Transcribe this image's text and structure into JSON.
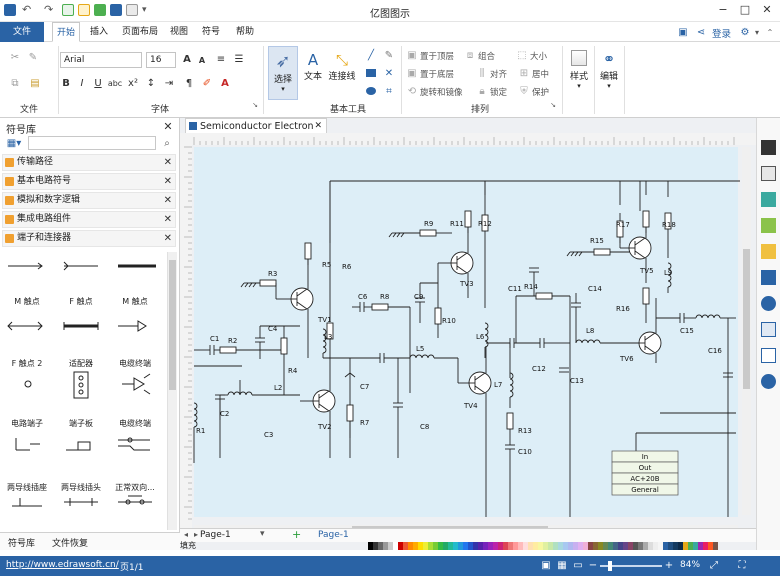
{
  "app": {
    "title": "亿图图示"
  },
  "menu": {
    "file": "文件",
    "tabs": [
      "开始",
      "插入",
      "页面布局",
      "视图",
      "符号",
      "帮助"
    ],
    "active": "开始",
    "login": "登录"
  },
  "ribbon": {
    "groups": {
      "file": "文件",
      "font": "字体",
      "basic_tools": "基本工具",
      "arrange": "排列"
    },
    "font_name": "Arial",
    "font_size": "16",
    "select": "选择",
    "text": "文本",
    "connector": "连接线",
    "arrange_items": [
      "置于顶层",
      "组合",
      "大小",
      "置于底层",
      "对齐",
      "居中",
      "旋转和镜像",
      "锁定",
      "保护"
    ],
    "style": "样式",
    "edit": "编辑",
    "bold": "B",
    "italic": "I",
    "underline": "U"
  },
  "library": {
    "title": "符号库",
    "categories": [
      "传输路径",
      "基本电路符号",
      "模拟和数字逻辑",
      "集成电路组件",
      "端子和连接器"
    ],
    "symbols": [
      "M 触点",
      "F 触点",
      "M 触点",
      "F 触点 2",
      "适配器",
      "电缆终端",
      "电路端子",
      "端子板",
      "电缆终端",
      "两导线插座",
      "两导线插头",
      "正常双向..."
    ],
    "bottom_tabs": [
      "符号库",
      "文件恢复"
    ]
  },
  "document": {
    "tab_title": "Semiconductor Electron",
    "page_tab": "Page-1",
    "page_label": "Page-1",
    "fill_label": "填充"
  },
  "circuit": {
    "labels": [
      "C1",
      "R2",
      "C2",
      "R1",
      "L2",
      "C3",
      "C4",
      "R4",
      "R3",
      "TV1",
      "L3",
      "R5",
      "R6",
      "C6",
      "R8",
      "C9",
      "R9",
      "R11",
      "R12",
      "TV3",
      "R10",
      "L6",
      "C11",
      "R14",
      "C12",
      "C13",
      "L5",
      "C7",
      "R7",
      "C8",
      "TV2",
      "L7",
      "TV4",
      "R13",
      "C10",
      "R15",
      "R17",
      "R18",
      "C14",
      "R16",
      "TV5",
      "L9",
      "L8",
      "TV6",
      "C15",
      "C16"
    ],
    "table": [
      "In",
      "Out",
      "AC+20B",
      "General"
    ]
  },
  "status": {
    "url": "http://www.edrawsoft.cn/",
    "page": "页1/1",
    "zoom": "84%"
  },
  "colors": {
    "accent": "#2a63a5",
    "canvas": "#ddeef7",
    "wire": "#222222"
  }
}
